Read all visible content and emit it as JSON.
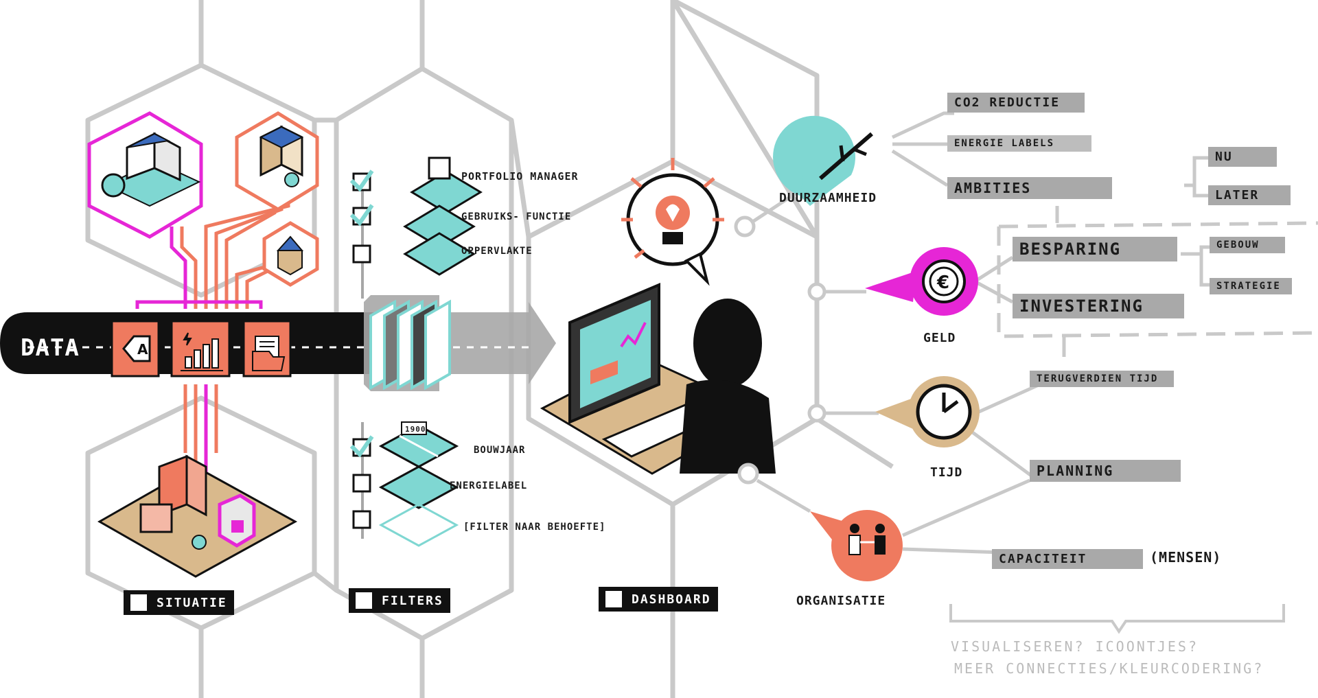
{
  "data_bar": {
    "label": "DATA"
  },
  "situatie": {
    "tag": "SITUATIE"
  },
  "filters": {
    "tag": "FILTERS",
    "top_items": [
      "PORTFOLIO MANAGER",
      "GEBRUIKS- FUNCTIE",
      "OPPERVLAKTE"
    ],
    "bottom_items": [
      "BOUWJAAR",
      "ENERGIELABEL",
      "[FILTER NAAR BEHOEFTE]"
    ],
    "year_badge": "1900"
  },
  "dashboard": {
    "tag": "DASHBOARD"
  },
  "duurzaamheid": {
    "label": "DUURZAAMHEID",
    "co2": "CO2 REDUCTIE",
    "labels": "ENERGIE LABELS",
    "ambities": "AMBITIES",
    "nu": "NU",
    "later": "LATER"
  },
  "geld": {
    "label": "GELD",
    "besparing": "BESPARING",
    "investering": "INVESTERING",
    "gebouw": "GEBOUW",
    "strategie": "STRATEGIE"
  },
  "tijd": {
    "label": "TIJD",
    "terugverdien": "TERUGVERDIEN TIJD",
    "planning": "PLANNING"
  },
  "organisatie": {
    "label": "ORGANISATIE",
    "capaciteit": "CAPACITEIT",
    "mensen": "(MENSEN)"
  },
  "note": {
    "line1": "VISUALISEREN? ICOONTJES?",
    "line2": "MEER CONNECTIES/KLEURCODERING?"
  },
  "colors": {
    "salmon": "#ef7a5f",
    "magenta": "#e626d6",
    "teal": "#7fd7d2",
    "tan": "#d9b98c",
    "grey": "#c8c8c8",
    "black": "#111111"
  }
}
